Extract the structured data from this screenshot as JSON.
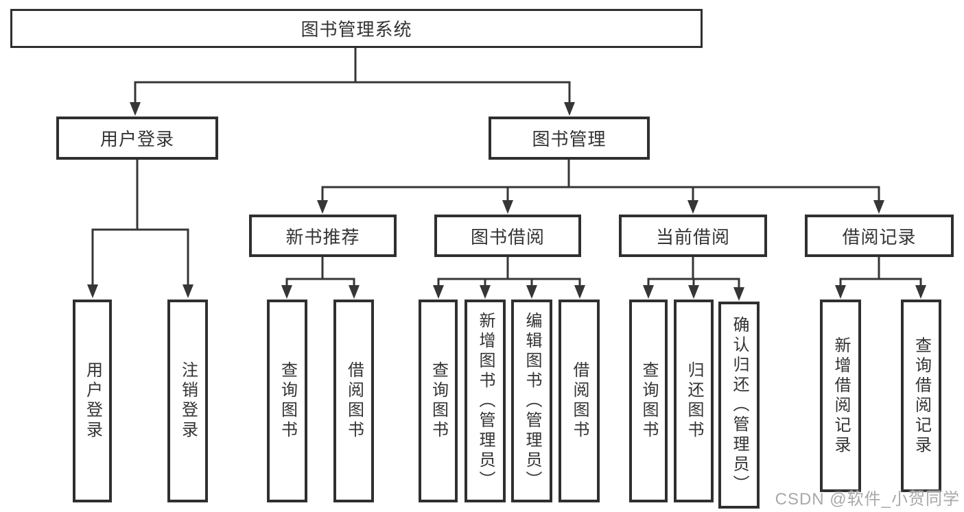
{
  "diagram": {
    "root": "图书管理系统",
    "branches": [
      {
        "label": "用户登录",
        "children": [
          "用户登录",
          "注销登录"
        ]
      },
      {
        "label": "图书管理",
        "sections": [
          {
            "label": "新书推荐",
            "children": [
              "查询图书",
              "借阅图书"
            ]
          },
          {
            "label": "图书借阅",
            "children": [
              "查询图书",
              "新增图书（管理员）",
              "编辑图书（管理员）",
              "借阅图书"
            ]
          },
          {
            "label": "当前借阅",
            "children": [
              "查询图书",
              "归还图书",
              "确认归还（管理员）"
            ]
          },
          {
            "label": "借阅记录",
            "children": [
              "新增借阅记录",
              "查询借阅记录"
            ]
          }
        ]
      }
    ]
  },
  "colors": {
    "line": "#363636",
    "border": "#2f2f2f",
    "text": "#333333",
    "watermark": "#a9a9a9"
  },
  "watermark": "CSDN @软件_小贺同学"
}
